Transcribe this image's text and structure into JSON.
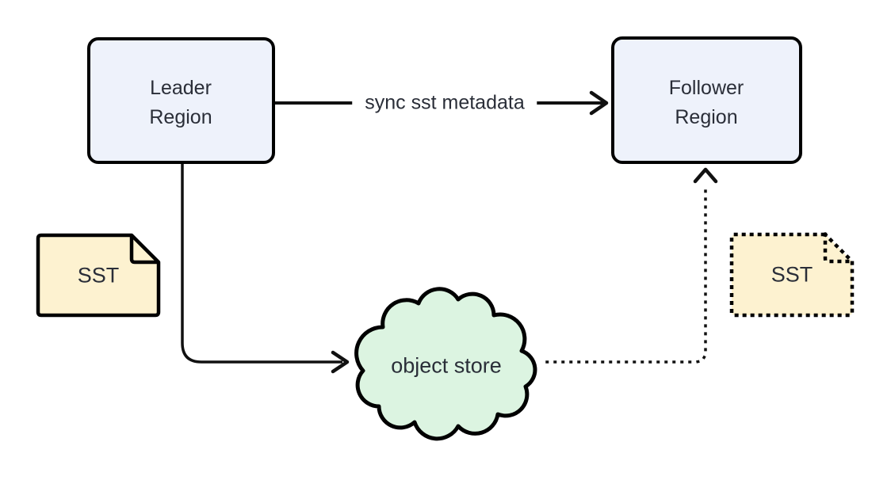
{
  "diagram": {
    "nodes": {
      "leader": {
        "lines": [
          "Leader",
          "Region"
        ],
        "fill": "#eef2fb"
      },
      "follower": {
        "lines": [
          "Follower",
          "Region"
        ],
        "fill": "#eef2fb"
      },
      "object_store": {
        "label": "object store",
        "fill": "#dcf4e1"
      },
      "sst_left": {
        "label": "SST",
        "fill": "#fdf2d0",
        "border_style": "solid"
      },
      "sst_right": {
        "label": "SST",
        "fill": "#fdf2d0",
        "border_style": "dotted"
      }
    },
    "edges": {
      "sync": {
        "label": "sync sst metadata",
        "style": "solid"
      },
      "upload": {
        "label": "",
        "style": "solid"
      },
      "download": {
        "label": "",
        "style": "dotted"
      }
    },
    "colors": {
      "stroke": "#000000",
      "line": "#111111",
      "text": "#2a2e38",
      "background": "#ffffff"
    }
  }
}
